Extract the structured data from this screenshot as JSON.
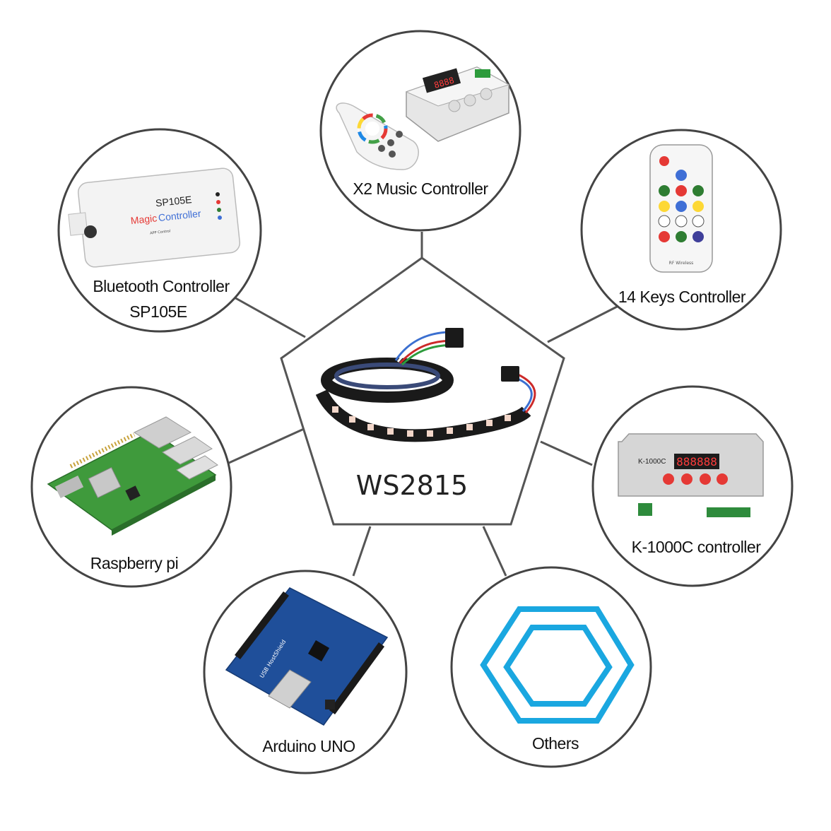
{
  "center": {
    "title": "WS2815"
  },
  "nodes": {
    "x2": {
      "label": "X2 Music Controller"
    },
    "keys14": {
      "label": "14 Keys Controller"
    },
    "bluetooth": {
      "label_line1": "Bluetooth Controller",
      "label_line2": "SP105E"
    },
    "raspberry": {
      "label": "Raspberry pi"
    },
    "k1000c": {
      "label": "K-1000C controller"
    },
    "arduino": {
      "label": "Arduino UNO"
    },
    "others": {
      "label": "Others"
    }
  },
  "device_text": {
    "sp105e_model": "SP105E",
    "sp105e_brand_a": "Magic",
    "sp105e_brand_b": "Controller",
    "sp105e_app": "APP Control",
    "k1000c_model": "K-1000C",
    "x2_display": "8888",
    "k1000c_display": "888888",
    "remote_footer": "RF Wireless",
    "arduino_silk": "USB HostShield"
  },
  "colors": {
    "line": "#555555",
    "hexagon": "#1aa7e0",
    "board_green": "#3f9a3c",
    "board_blue": "#1f4f9a",
    "strip": "#1a1a1a"
  }
}
